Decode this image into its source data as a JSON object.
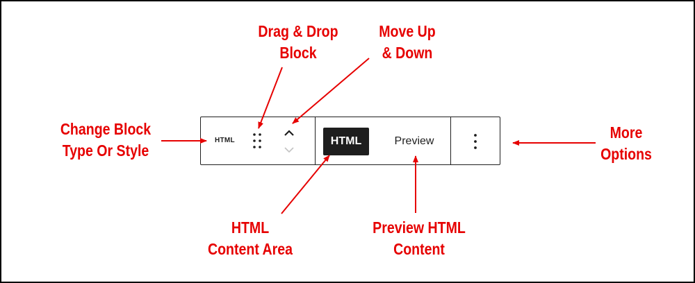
{
  "toolbar": {
    "block_type_label": "HTML",
    "drag_icon": "drag-handle-icon",
    "move_up_icon": "chevron-up-icon",
    "move_down_icon": "chevron-down-icon",
    "tab_html_label": "HTML",
    "tab_preview_label": "Preview",
    "more_icon": "more-vertical-icon"
  },
  "annotations": {
    "drag_drop": [
      "Drag & Drop",
      "Block"
    ],
    "move_up_down": [
      "Move Up",
      "& Down"
    ],
    "change_block": [
      "Change Block",
      "Type Or Style"
    ],
    "more_options": [
      "More",
      "Options"
    ],
    "html_content": [
      "HTML",
      "Content Area"
    ],
    "preview_content": [
      "Preview HTML",
      "Content"
    ]
  },
  "colors": {
    "annotation": "#e60000",
    "toolbar_border": "#1e1e1e",
    "active_tab_bg": "#1e1e1e",
    "disabled_icon": "#c3c3c3"
  }
}
